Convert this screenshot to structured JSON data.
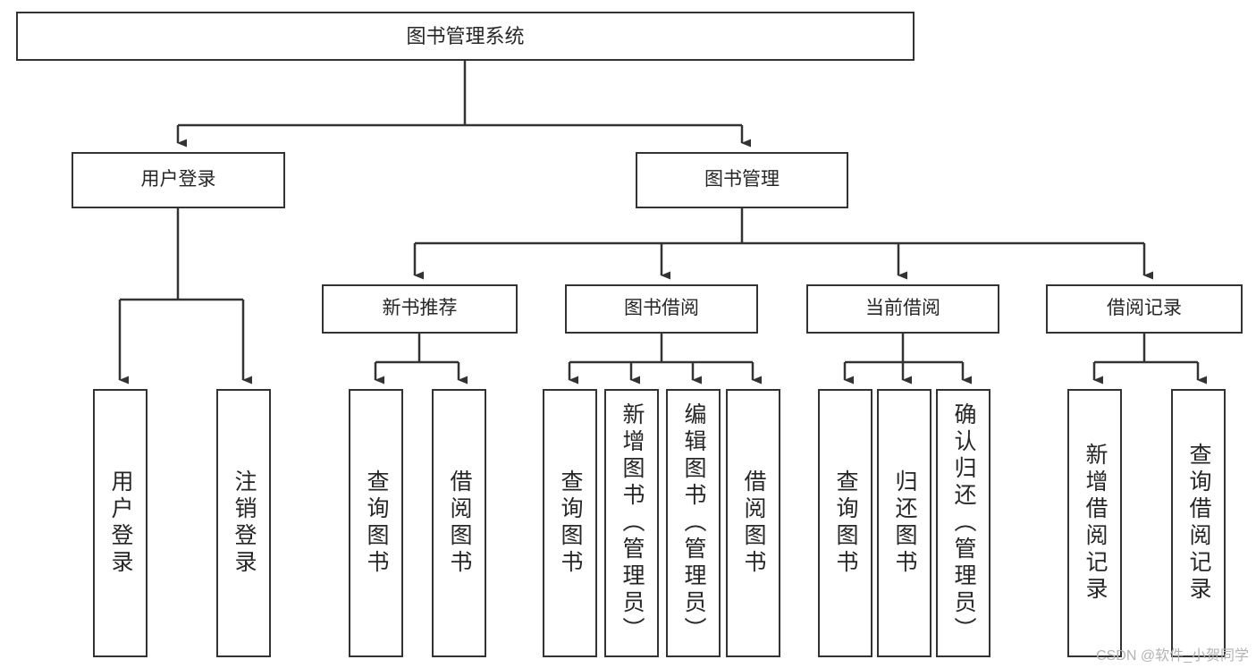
{
  "diagram": {
    "type": "tree-hierarchy",
    "title": "图书管理系统",
    "orientation": "top-down",
    "accent_colors": {
      "box_border": "#333333",
      "box_fill": "#ffffff",
      "connector": "#333333",
      "text": "#262626",
      "watermark": "#b3b3b3"
    }
  },
  "watermark": {
    "text": "CSDN @软件_小贺同学"
  },
  "nodes": {
    "root": {
      "label": "图书管理系统"
    },
    "level2": [
      {
        "label": "用户登录"
      },
      {
        "label": "图书管理"
      }
    ],
    "level3": [
      {
        "label": "新书推荐"
      },
      {
        "label": "图书借阅"
      },
      {
        "label": "当前借阅"
      },
      {
        "label": "借阅记录"
      }
    ],
    "leaves": {
      "user_login": [
        {
          "label": "用户登录"
        },
        {
          "label": "注销登录"
        }
      ],
      "new_book_recommend": [
        {
          "label": "查询图书"
        },
        {
          "label": "借阅图书"
        }
      ],
      "book_borrow": [
        {
          "label": "查询图书"
        },
        {
          "label": "新增图书（管理员）"
        },
        {
          "label": "编辑图书（管理员）"
        },
        {
          "label": "借阅图书"
        }
      ],
      "current_borrow": [
        {
          "label": "查询图书"
        },
        {
          "label": "归还图书"
        },
        {
          "label": "确认归还（管理员）"
        }
      ],
      "borrow_record": [
        {
          "label": "新增借阅记录"
        },
        {
          "label": "查询借阅记录"
        }
      ]
    }
  }
}
